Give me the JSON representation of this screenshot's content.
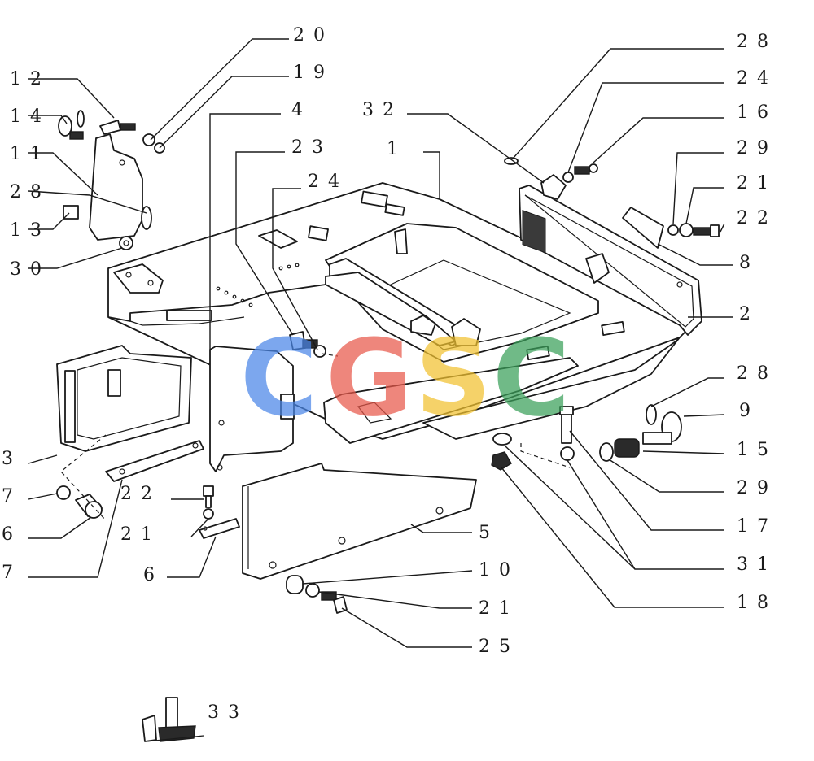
{
  "callouts": [
    "20",
    "19",
    "12",
    "14",
    "11",
    "28",
    "13",
    "30",
    "4",
    "23",
    "24",
    "32",
    "1",
    "28",
    "24",
    "16",
    "29",
    "21",
    "22",
    "8",
    "2",
    "28",
    "9",
    "15",
    "29",
    "17",
    "31",
    "18",
    "3",
    "7",
    "6",
    "7",
    "22",
    "21",
    "6",
    "5",
    "10",
    "21",
    "25",
    "33"
  ],
  "watermark": {
    "letters": [
      "C",
      "G",
      "S",
      "C"
    ],
    "colors": [
      "#4a86e8",
      "#e8584a",
      "#f2c230",
      "#3aa05a"
    ]
  }
}
